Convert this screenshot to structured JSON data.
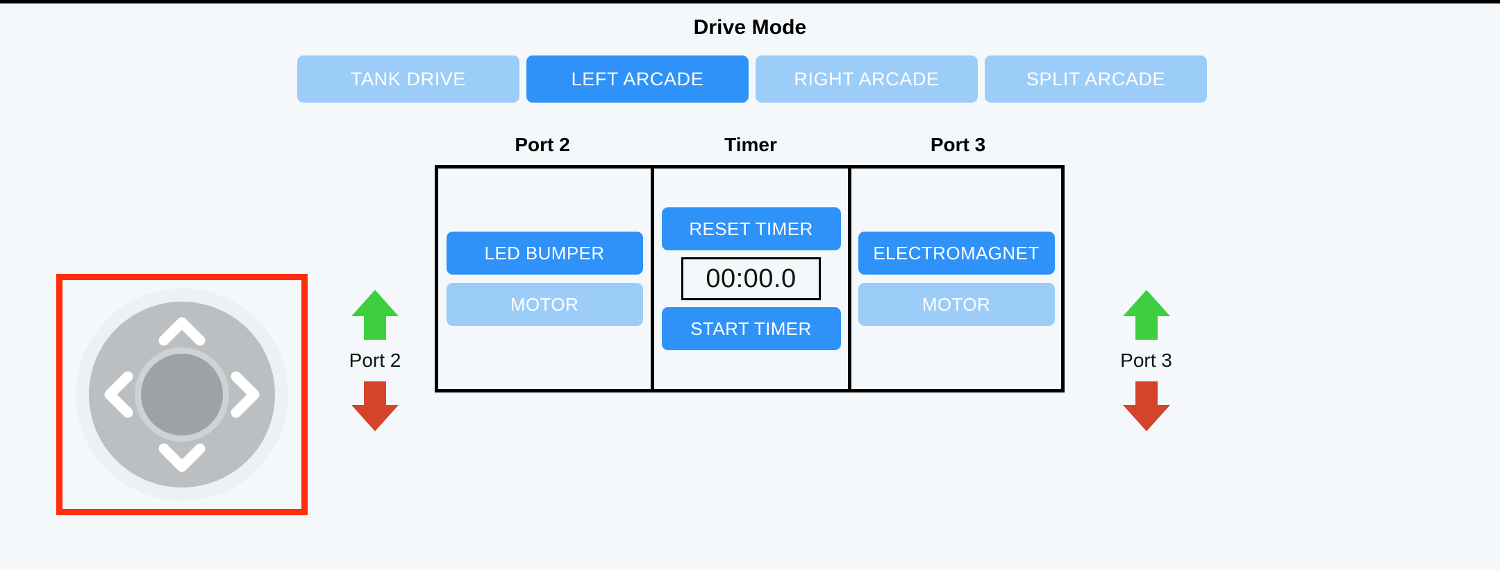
{
  "page": {
    "background_color": "#f4f8fa",
    "top_bar_color": "#000000"
  },
  "colors": {
    "accent_active": "#2e92f9",
    "accent_inactive": "#9ccdf8",
    "highlight_border": "#ff2d0a",
    "arrow_up": "#3ecf3e",
    "arrow_down": "#d4442a",
    "panel_border": "#000000"
  },
  "drive_mode": {
    "title": "Drive Mode",
    "selected": "LEFT ARCADE",
    "options": [
      {
        "label": "TANK DRIVE",
        "active": false
      },
      {
        "label": "LEFT ARCADE",
        "active": true
      },
      {
        "label": "RIGHT ARCADE",
        "active": false
      },
      {
        "label": "SPLIT ARCADE",
        "active": false
      }
    ]
  },
  "panel": {
    "columns": [
      {
        "heading": "Port 2",
        "buttons": [
          {
            "label": "LED BUMPER",
            "state": "on"
          },
          {
            "label": "MOTOR",
            "state": "off"
          }
        ]
      },
      {
        "heading": "Timer",
        "reset_label": "RESET TIMER",
        "start_label": "START TIMER",
        "display": "00:00.0"
      },
      {
        "heading": "Port 3",
        "buttons": [
          {
            "label": "ELECTROMAGNET",
            "state": "on"
          },
          {
            "label": "MOTOR",
            "state": "off"
          }
        ]
      }
    ]
  },
  "joystick": {
    "name": "dpad-joystick",
    "selected": true,
    "directions": [
      "up",
      "left",
      "right",
      "down"
    ]
  },
  "port_arrows": [
    {
      "label": "Port 2",
      "up_icon": "arrow-up-icon",
      "down_icon": "arrow-down-icon"
    },
    {
      "label": "Port 3",
      "up_icon": "arrow-up-icon",
      "down_icon": "arrow-down-icon"
    }
  ]
}
